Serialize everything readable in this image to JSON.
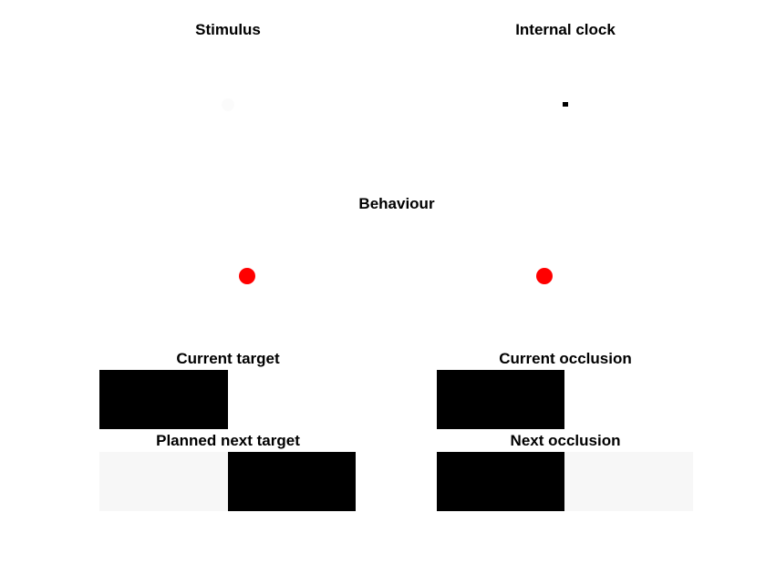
{
  "titles": {
    "stimulus": "Stimulus",
    "internal_clock": "Internal clock",
    "behaviour": "Behaviour",
    "current_target": "Current target",
    "current_occlusion": "Current occlusion",
    "planned_next_target": "Planned next target",
    "next_occlusion": "Next occlusion"
  },
  "colors": {
    "dot": "#ff0000",
    "filled_cell": "#000000",
    "empty_cell": "#f7f7f7",
    "clock_marker": "#000000"
  },
  "grids": {
    "current_target": [
      "filled",
      "white"
    ],
    "current_occlusion": [
      "filled",
      "white"
    ],
    "planned_next_target": [
      "empty",
      "filled"
    ],
    "next_occlusion": [
      "filled",
      "empty"
    ]
  }
}
